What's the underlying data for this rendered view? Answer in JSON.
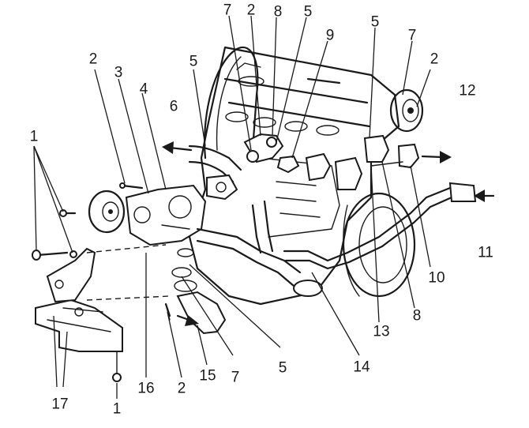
{
  "colors": {
    "ink": "#1a1a1a",
    "paper": "#ffffff"
  },
  "callouts": [
    {
      "id": "c1a",
      "text": "1"
    },
    {
      "id": "c1b",
      "text": "1"
    },
    {
      "id": "c2a",
      "text": "2"
    },
    {
      "id": "c2b",
      "text": "2"
    },
    {
      "id": "c2c",
      "text": "2"
    },
    {
      "id": "c2d",
      "text": "2"
    },
    {
      "id": "c3",
      "text": "3"
    },
    {
      "id": "c4",
      "text": "4"
    },
    {
      "id": "c5a",
      "text": "5"
    },
    {
      "id": "c5b",
      "text": "5"
    },
    {
      "id": "c5c",
      "text": "5"
    },
    {
      "id": "c5d",
      "text": "5"
    },
    {
      "id": "c6",
      "text": "6"
    },
    {
      "id": "c7a",
      "text": "7"
    },
    {
      "id": "c7b",
      "text": "7"
    },
    {
      "id": "c7c",
      "text": "7"
    },
    {
      "id": "c8a",
      "text": "8"
    },
    {
      "id": "c8b",
      "text": "8"
    },
    {
      "id": "c9",
      "text": "9"
    },
    {
      "id": "c10",
      "text": "10"
    },
    {
      "id": "c11",
      "text": "11"
    },
    {
      "id": "c12",
      "text": "12"
    },
    {
      "id": "c13",
      "text": "13"
    },
    {
      "id": "c14",
      "text": "14"
    },
    {
      "id": "c15",
      "text": "15"
    },
    {
      "id": "c16",
      "text": "16"
    },
    {
      "id": "c17",
      "text": "17"
    }
  ]
}
